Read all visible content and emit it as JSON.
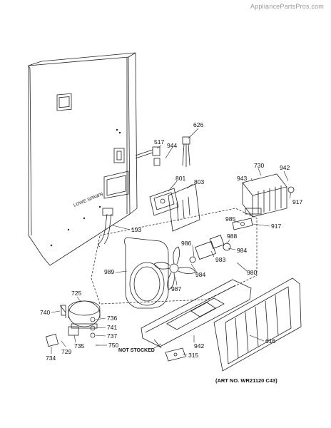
{
  "watermark": "AppliancePartsPros.com",
  "art_number": "(ART NO. WR21120 C43)",
  "not_stocked": "NOT STOCKED",
  "cabinet_emblem": "LOWE SPAWN",
  "labels": {
    "p626": "626",
    "p517": "517",
    "p944": "944",
    "p801": "801",
    "p803": "803",
    "p193": "193",
    "p730": "730",
    "p942a": "942",
    "p943": "943",
    "p917a": "917",
    "p985": "985",
    "p917b": "917",
    "p986": "986",
    "p988": "988",
    "p984a": "984",
    "p983": "983",
    "p989": "989",
    "p984b": "984",
    "p980": "980",
    "p987": "987",
    "p725": "725",
    "p740": "740",
    "p736": "736",
    "p741": "741",
    "p737": "737",
    "p729": "729",
    "p735": "735",
    "p750": "750",
    "p734": "734",
    "p942b": "942",
    "p315": "315",
    "p616": "616"
  }
}
